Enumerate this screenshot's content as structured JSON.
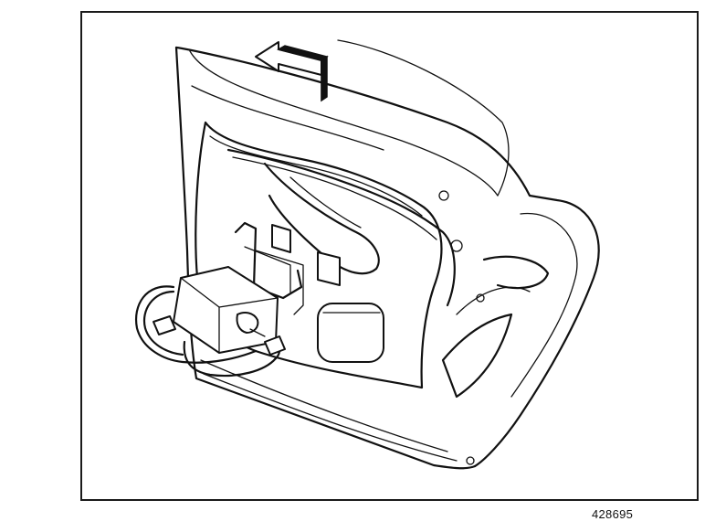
{
  "figure": {
    "id_label": "428695"
  },
  "illustration": {
    "subject_icons": [
      "door-panel",
      "direction-arrow",
      "module-connector",
      "wire-harness",
      "water-deflector"
    ]
  }
}
